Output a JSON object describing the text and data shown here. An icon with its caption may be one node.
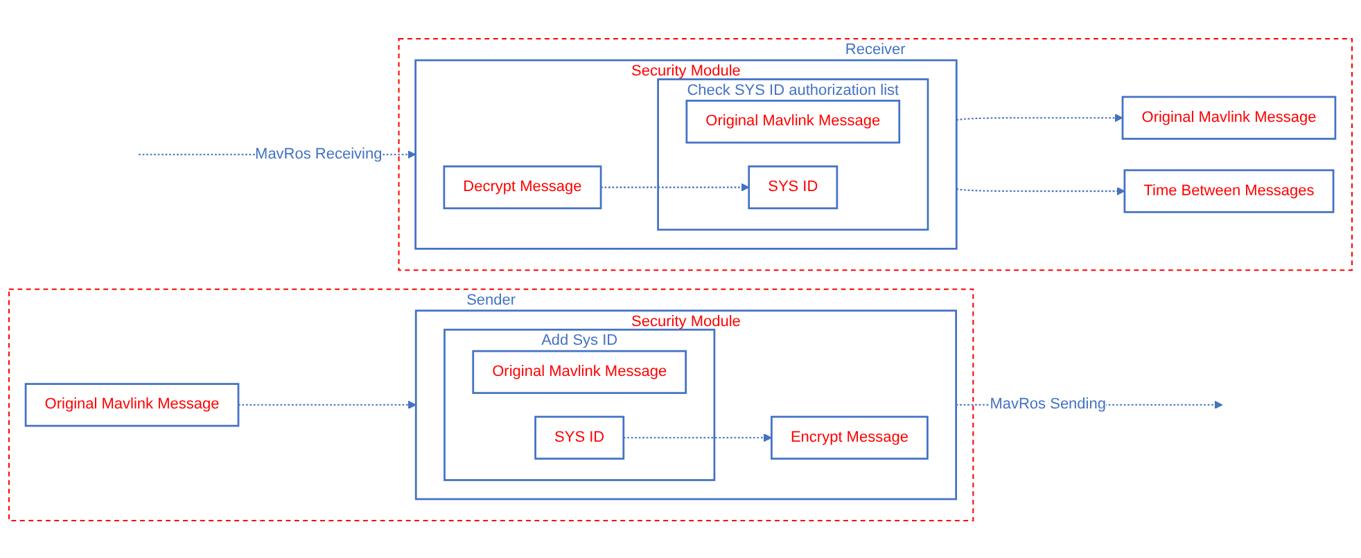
{
  "diagram": {
    "nodes": [
      {
        "text": [
          "Sender"
        ]
      },
      {
        "text": [
          "Original Mavlink Message"
        ],
        "in": 0
      },
      {
        "text": [
          "Security Module"
        ],
        "in": 0
      },
      {
        "text": [
          "Add Sys ID"
        ],
        "in": 2
      },
      {
        "text": [
          "Original Mavlink Message"
        ],
        "in": 3
      },
      {
        "text": [
          "SYS ID"
        ],
        "in": 3
      },
      {
        "text": [
          "Encrypt Message"
        ],
        "in": 2
      },
      {
        "text": [
          "Receiver"
        ]
      },
      {
        "text": [
          "Original Mavlink Message"
        ],
        "in": 7
      },
      {
        "text": [
          "Time Between Messages"
        ],
        "in": 7
      },
      {
        "text": [
          "Security Module"
        ],
        "in": 7
      },
      {
        "text": [
          "Check SYS ID authorization list"
        ],
        "in": 10
      },
      {
        "text": [
          "Original Mavlink Message"
        ],
        "in": 11
      },
      {
        "text": [
          "SYS ID"
        ],
        "in": 11
      },
      {
        "text": [
          "Decrypt Message"
        ],
        "in": 10
      }
    ],
    "edges": [
      {
        "from": 1,
        "to": 2,
        "arrow": "to",
        "style": "dashed"
      },
      {
        "from": 5,
        "to": 6,
        "arrow": "to",
        "style": "dashed"
      },
      {
        "from": 2,
        "to": null,
        "arrow": "to",
        "style": "dashed",
        "label": "MavRos Sending"
      },
      {
        "from": 10,
        "to": 8,
        "arrow": "to",
        "style": "dashed"
      },
      {
        "from": 10,
        "to": 9,
        "arrow": "to",
        "style": "dashed"
      },
      {
        "from": 14,
        "to": 13,
        "arrow": "to",
        "style": "dashed"
      },
      {
        "from": null,
        "to": 10,
        "arrow": "to",
        "style": "dashed",
        "label": "MavRos Receiving"
      }
    ]
  }
}
